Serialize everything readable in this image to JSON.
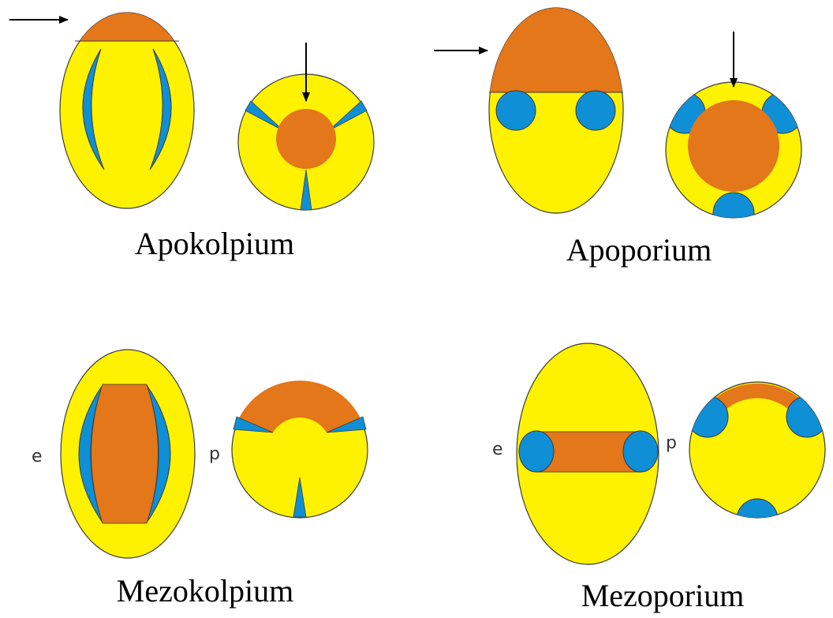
{
  "colors": {
    "pollen_body": "#FFF200",
    "aperture": "#0F8FD6",
    "polar_area": "#E37719",
    "outline": "#3A3A3A",
    "arrow": "#000000"
  },
  "panels": {
    "apokolpium": {
      "caption": "Apokolpium"
    },
    "apoporium": {
      "caption": "Apoporium"
    },
    "mezokolpium": {
      "caption": "Mezokolpium",
      "equatorial_label": "e",
      "polar_label": "p"
    },
    "mezoporium": {
      "caption": "Mezoporium",
      "equatorial_label": "e",
      "polar_label": "p"
    }
  }
}
